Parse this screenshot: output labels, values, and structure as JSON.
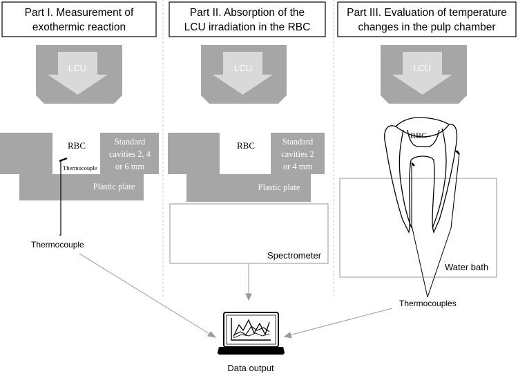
{
  "colors": {
    "block_gray": "#a6a6a6",
    "arrow_light": "#d9d9d9",
    "line_gray": "#9b9b9b",
    "text_dark": "#000000",
    "text_light": "#ffffff"
  },
  "part1": {
    "title_line1": "Part I. Measurement of",
    "title_line2": "exothermic reaction",
    "lcu_label": "LCU",
    "rbc_label": "RBC",
    "cavities_line1": "Standard",
    "cavities_line2": "cavities 2, 4",
    "cavities_line3": "or 6 mm",
    "inner_thermocouple": "Thermocouple",
    "plate_label": "Plastic plate",
    "thermocouple_label": "Thermocouple"
  },
  "part2": {
    "title_line1": "Part II. Absorption of the",
    "title_line2": "LCU irradiation in the RBC",
    "lcu_label": "LCU",
    "rbc_label": "RBC",
    "cavities_line1": "Standard",
    "cavities_line2": "cavities 2",
    "cavities_line3": "or 4 mm",
    "plate_label": "Plastic plate",
    "spectrometer_label": "Spectrometer"
  },
  "part3": {
    "title_line1": "Part III. Evaluation of temperature",
    "title_line2": "changes in the pulp chamber",
    "lcu_label": "LCU",
    "rbc_label": "RBC",
    "water_bath_label": "Water bath",
    "thermocouples_label": "Thermocouples"
  },
  "output": {
    "label": "Data output",
    "icon": "laptop-chart-icon"
  }
}
